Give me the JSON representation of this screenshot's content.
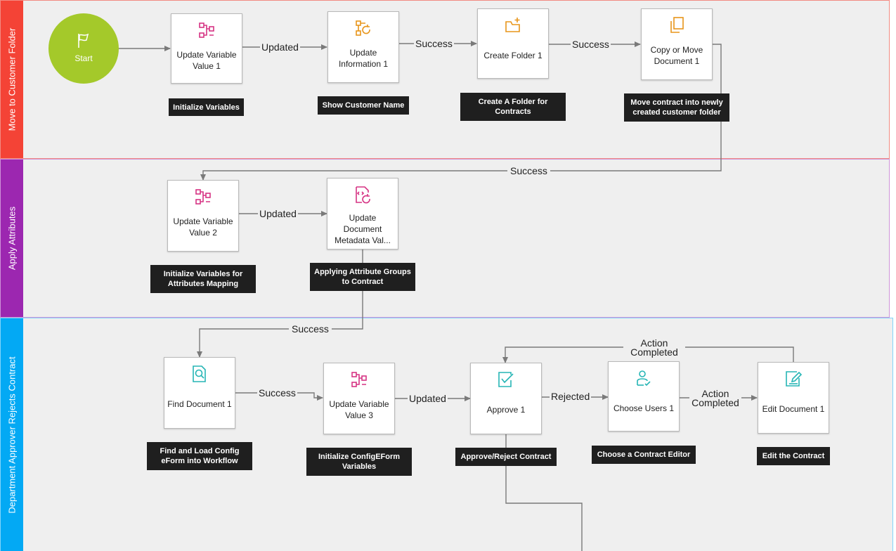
{
  "colors": {
    "lane1": "#f44336",
    "lane2": "#9c27b0",
    "lane3": "#03a9f4",
    "start": "#a4c92a",
    "variable_icon": "#d63384",
    "document_icon": "#e8951a",
    "find_icon": "#26b5b5",
    "edge": "#7a7a7a"
  },
  "lanes": [
    {
      "title": "Move to Customer Folder"
    },
    {
      "title": "Apply Attributes"
    },
    {
      "title": "Department Approver Rejects Contract"
    }
  ],
  "start": {
    "label": "Start",
    "icon": "flag-icon"
  },
  "nodes": [
    {
      "label": "Update Variable Value 1",
      "icon": "variable-icon",
      "caption": "Initialize Variables"
    },
    {
      "label": "Update Information 1",
      "icon": "information-icon",
      "caption": "Show Customer Name"
    },
    {
      "label": "Create Folder 1",
      "icon": "folder-plus-icon",
      "caption": "Create A Folder for Contracts"
    },
    {
      "label": "Copy or Move Document 1",
      "icon": "copy-icon",
      "caption": "Move contract into newly created customer folder"
    },
    {
      "label": "Update Variable Value 2",
      "icon": "variable-icon",
      "caption": "Initialize Variables for Attributes Mapping"
    },
    {
      "label": "Update Document Metadata Val...",
      "icon": "metadata-icon",
      "caption": "Applying Attribute Groups to Contract"
    },
    {
      "label": "Find Document 1",
      "icon": "find-document-icon",
      "caption": "Find and Load Config eForm into Workflow"
    },
    {
      "label": "Update Variable Value 3",
      "icon": "variable-icon",
      "caption": "Initialize ConfigEForm Variables"
    },
    {
      "label": "Approve 1",
      "icon": "approve-icon",
      "caption": "Approve/Reject Contract"
    },
    {
      "label": "Choose Users 1",
      "icon": "choose-user-icon",
      "caption": "Choose a Contract Editor"
    },
    {
      "label": "Edit Document 1",
      "icon": "edit-document-icon",
      "caption": "Edit the Contract"
    }
  ],
  "edges": [
    {
      "label": "Updated"
    },
    {
      "label": "Success"
    },
    {
      "label": "Success"
    },
    {
      "label": "Success"
    },
    {
      "label": "Updated"
    },
    {
      "label": "Success"
    },
    {
      "label": "Success"
    },
    {
      "label": "Updated"
    },
    {
      "label": "Rejected"
    },
    {
      "label": "Action Completed"
    },
    {
      "label": "Action Completed"
    }
  ]
}
